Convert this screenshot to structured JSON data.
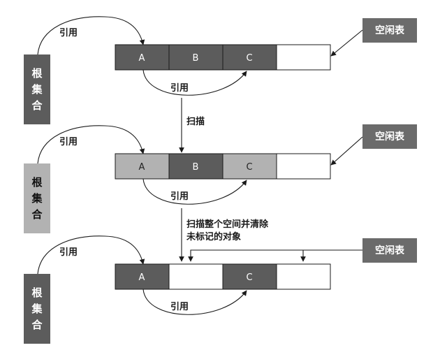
{
  "colors": {
    "dark_gray": "#5c5c5c",
    "light_gray": "#b2b2b2",
    "free_box": "#6b6b6b",
    "line": "#1a1a1a",
    "background": "#ffffff"
  },
  "root_set_label": [
    "根",
    "集",
    "合"
  ],
  "free_list_label": "空闲表",
  "reference_label": "引用",
  "stages": [
    {
      "root_state": "dark",
      "cells": [
        {
          "label": "A",
          "fill": "dark"
        },
        {
          "label": "B",
          "fill": "dark"
        },
        {
          "label": "C",
          "fill": "dark"
        },
        {
          "label": "",
          "fill": "empty"
        }
      ]
    },
    {
      "root_state": "light",
      "cells": [
        {
          "label": "A",
          "fill": "light"
        },
        {
          "label": "B",
          "fill": "dark"
        },
        {
          "label": "C",
          "fill": "light"
        },
        {
          "label": "",
          "fill": "empty"
        }
      ]
    },
    {
      "root_state": "dark",
      "cells": [
        {
          "label": "A",
          "fill": "dark"
        },
        {
          "label": "",
          "fill": "empty"
        },
        {
          "label": "C",
          "fill": "dark"
        },
        {
          "label": "",
          "fill": "empty"
        }
      ]
    }
  ],
  "transitions": [
    {
      "lines": [
        "扫描"
      ]
    },
    {
      "lines": [
        "扫描整个空间并清除",
        "未标记的对象"
      ]
    }
  ]
}
